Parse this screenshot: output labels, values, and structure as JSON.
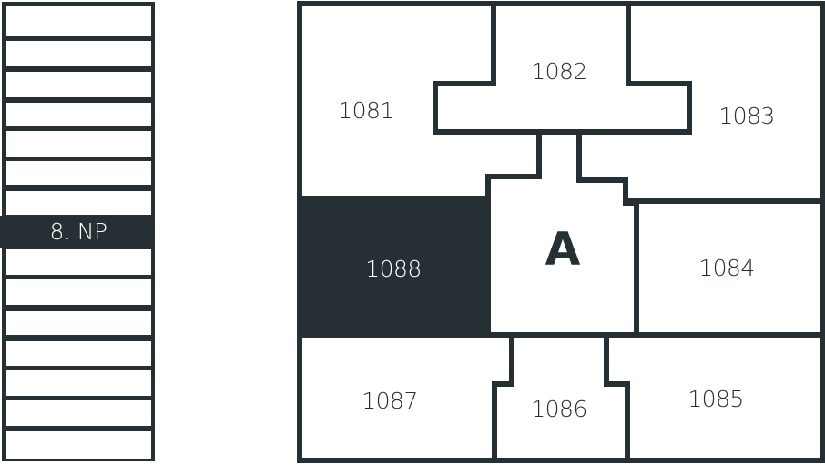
{
  "colors": {
    "dark": "#263034",
    "light": "#ffffff"
  },
  "building": {
    "floors_total": 15,
    "selected_floor_index": 7,
    "selected_floor_label": "8. NP"
  },
  "plan": {
    "core_label": "A",
    "selected_unit": "1088",
    "units": {
      "u1081": "1081",
      "u1082": "1082",
      "u1083": "1083",
      "u1084": "1084",
      "u1085": "1085",
      "u1086": "1086",
      "u1087": "1087",
      "u1088": "1088"
    }
  }
}
